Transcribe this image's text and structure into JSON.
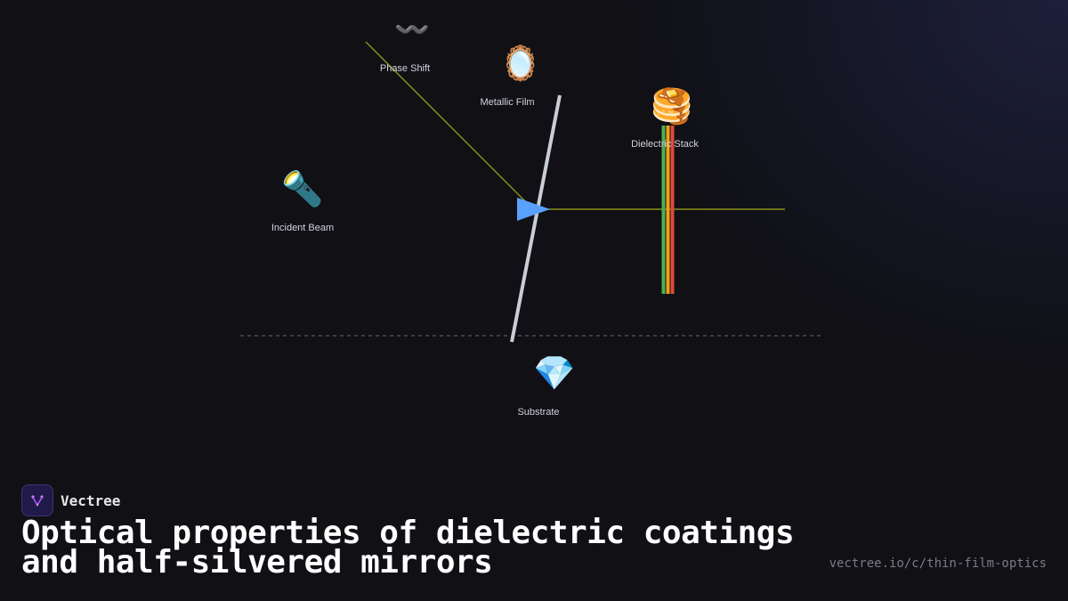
{
  "diagram": {
    "nodes": {
      "phase_shift": {
        "label": "Phase Shift",
        "icon": "wave-icon",
        "glyph": "〰️"
      },
      "metallic_film": {
        "label": "Metallic Film",
        "icon": "mirror-icon",
        "glyph": "🪞"
      },
      "dielectric_stack": {
        "label": "Dielectric Stack",
        "icon": "pancakes-icon",
        "glyph": "🥞"
      },
      "incident_beam": {
        "label": "Incident Beam",
        "icon": "flashlight-icon",
        "glyph": "🔦"
      },
      "substrate": {
        "label": "Substrate",
        "icon": "gem-icon",
        "glyph": "💎"
      }
    },
    "colors": {
      "beam": "#8a8f1a",
      "mirror": "#c9ced6",
      "arrow": "#5aa0ff",
      "stack": [
        "#4caf50",
        "#f0a020",
        "#e04a3a"
      ],
      "substrate_line": "#4a4b55"
    }
  },
  "brand": {
    "name": "Vectree",
    "logo_icon": "vectree-logo-icon"
  },
  "title": {
    "line1": "Optical properties of dielectric coatings",
    "line2": "and half-silvered mirrors"
  },
  "url": "vectree.io/c/thin-film-optics"
}
